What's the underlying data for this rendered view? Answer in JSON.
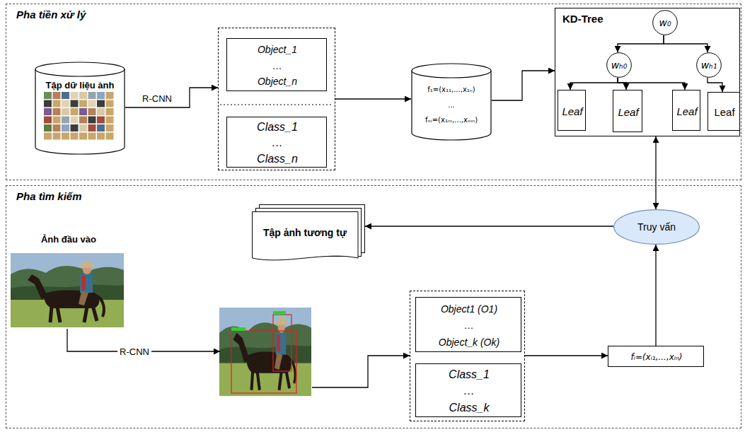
{
  "diagram": {
    "nodes": [
      {
        "text": [
          "Pha tiền xử lý"
        ]
      },
      {
        "text": [
          "Tập dữ liệu ảnh"
        ],
        "in": 0
      },
      {
        "text": [],
        "in": 0
      },
      {
        "text": [
          "Object_1",
          "…",
          "Object_n"
        ],
        "in": 2
      },
      {
        "text": [
          "Class_1",
          "…",
          "Class_n"
        ],
        "in": 2
      },
      {
        "text": [
          "f₁=(x₁₁,...,x₁ₙ)",
          "...",
          "fₘ=(x₁ₘ,...,xₘₙ)"
        ],
        "in": 0
      },
      {
        "text": [
          "KD-Tree"
        ],
        "in": 0
      },
      {
        "text": [
          "w₀"
        ],
        "in": 6
      },
      {
        "text": [
          "wₕ₀"
        ],
        "in": 6
      },
      {
        "text": [
          "wₕ₁"
        ],
        "in": 6
      },
      {
        "text": [
          "Leaf"
        ],
        "in": 6
      },
      {
        "text": [
          "Leaf"
        ],
        "in": 6
      },
      {
        "text": [
          "Leaf"
        ],
        "in": 6
      },
      {
        "text": [
          "Leaf"
        ],
        "in": 6
      },
      {
        "text": [
          "Pha tìm kiếm"
        ]
      },
      {
        "text": [
          "Ảnh đầu vào"
        ],
        "in": 14
      },
      {
        "text": [],
        "in": 14
      },
      {
        "text": [],
        "in": 14
      },
      {
        "text": [
          "Object1 (O1)",
          "…",
          "Object_k (Ok)"
        ],
        "in": 17
      },
      {
        "text": [
          "Class_1",
          "…",
          "Class_k"
        ],
        "in": 17
      },
      {
        "text": [
          "fᵢ=(xᵢ₁,...,xᵢₙ)"
        ],
        "in": 14
      },
      {
        "text": [
          "Truy vấn"
        ],
        "in": 14
      },
      {
        "text": [
          "Tập ảnh tương tự"
        ],
        "in": 14
      }
    ],
    "edges": [
      {
        "from": 1,
        "to": 2,
        "arrow": "to",
        "label": "R-CNN"
      },
      {
        "from": 2,
        "to": 5,
        "arrow": "to"
      },
      {
        "from": 5,
        "to": 6,
        "arrow": "to"
      },
      {
        "from": 7,
        "to": 8,
        "arrow": "to"
      },
      {
        "from": 7,
        "to": 9,
        "arrow": "to"
      },
      {
        "from": 8,
        "to": 10,
        "arrow": "to"
      },
      {
        "from": 8,
        "to": 11,
        "arrow": "to"
      },
      {
        "from": 8,
        "to": 12,
        "arrow": "to"
      },
      {
        "from": 9,
        "to": 13,
        "arrow": "to"
      },
      {
        "from": 15,
        "to": 16,
        "arrow": "to",
        "label": "R-CNN"
      },
      {
        "from": 16,
        "to": 17,
        "arrow": "to"
      },
      {
        "from": 17,
        "to": 20,
        "arrow": "to"
      },
      {
        "from": 20,
        "to": 21,
        "arrow": "to"
      },
      {
        "from": 21,
        "to": 6,
        "arrow": "both"
      },
      {
        "from": 21,
        "to": 22,
        "arrow": "to"
      }
    ]
  }
}
